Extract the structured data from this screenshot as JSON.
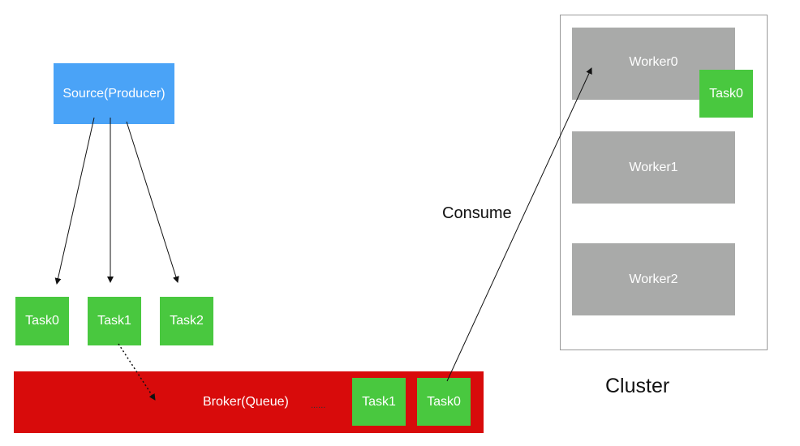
{
  "source": {
    "label": "Source(Producer)"
  },
  "tasks": [
    "Task0",
    "Task1",
    "Task2"
  ],
  "broker": {
    "label": "Broker(Queue)",
    "ellipsis": "......",
    "queue": [
      "Task1",
      "Task0"
    ]
  },
  "consume_label": "Consume",
  "cluster": {
    "label": "Cluster",
    "workers": [
      "Worker0",
      "Worker1",
      "Worker2"
    ],
    "assigned_task": "Task0"
  },
  "colors": {
    "source": "#4aa3f7",
    "task": "#49c83f",
    "broker": "#d80b0b",
    "worker": "#a9aaa9"
  }
}
